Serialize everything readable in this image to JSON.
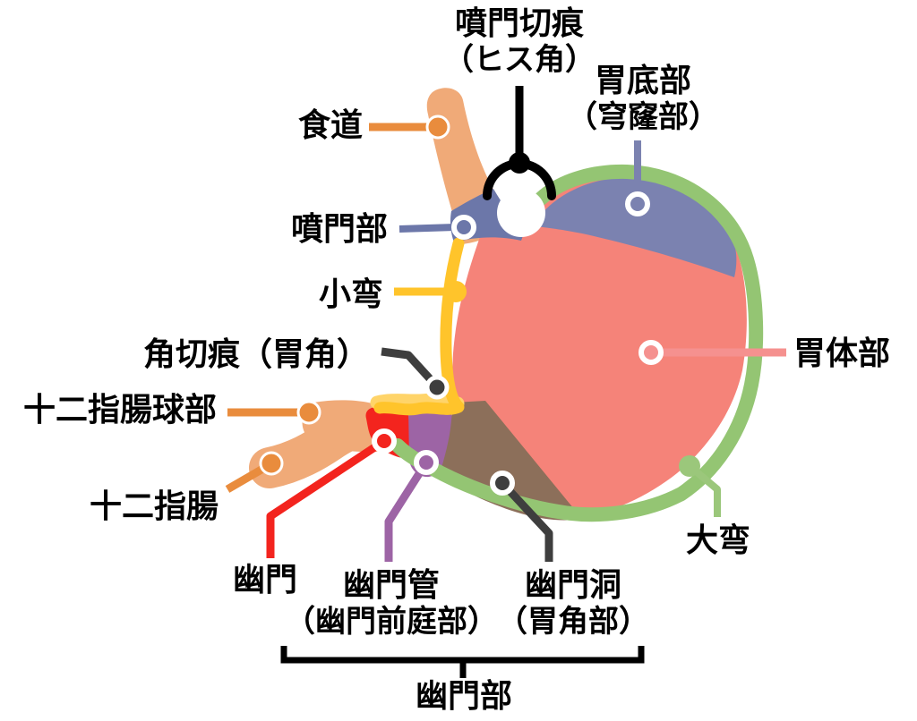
{
  "diagram": {
    "labels": {
      "cardiac_notch_line1": "噴門切痕",
      "cardiac_notch_line2": "（ヒス角）",
      "fundus_line1": "胃底部",
      "fundus_line2": "（穹窿部）",
      "esophagus": "食道",
      "cardia": "噴門部",
      "lesser_curvature": "小弯",
      "angular_notch": "角切痕（胃角）",
      "duodenal_bulb": "十二指腸球部",
      "duodenum": "十二指腸",
      "pylorus": "幽門",
      "pyloric_canal_line1": "幽門管",
      "pyloric_canal_line2": "（幽門前庭部）",
      "pyloric_antrum_line1": "幽門洞",
      "pyloric_antrum_line2": "（胃角部）",
      "gastric_body": "胃体部",
      "greater_curvature": "大弯",
      "pyloric_part": "幽門部"
    },
    "colors": {
      "esophagus_duodenum_fill": "#F0AA78",
      "orange_pointer": "#E98C3D",
      "fundus_fill": "#7B82B0",
      "cardia_fill": "#6C77A9",
      "body_fill": "#F58379",
      "body_pointer": "#F5918F",
      "greater_curvature_green": "#94C573",
      "greater_pointer": "#9BC77B",
      "lesser_curvature_yellow": "#FFC42B",
      "lesser_underlay_yellow": "#FFD469",
      "pylorus_red": "#F3241E",
      "pyloric_canal_purple": "#9D64A5",
      "pyloric_antrum_brown": "#8C6F5A",
      "dark_marker": "#3E3E3E",
      "black": "#000000"
    }
  }
}
